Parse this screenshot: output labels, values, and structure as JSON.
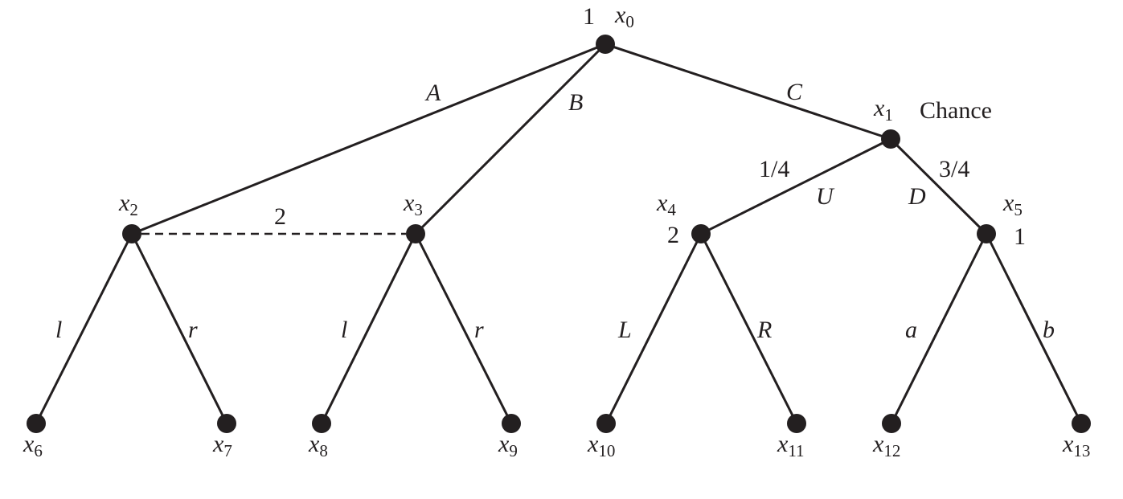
{
  "title": "Extensive-form game tree",
  "nodes": {
    "x0": {
      "var": "x",
      "sub": "0",
      "player": "1"
    },
    "x1": {
      "var": "x",
      "sub": "1",
      "player": "Chance"
    },
    "x2": {
      "var": "x",
      "sub": "2"
    },
    "x3": {
      "var": "x",
      "sub": "3"
    },
    "x4": {
      "var": "x",
      "sub": "4",
      "player": "2"
    },
    "x5": {
      "var": "x",
      "sub": "5",
      "player": "1"
    },
    "x6": {
      "var": "x",
      "sub": "6"
    },
    "x7": {
      "var": "x",
      "sub": "7"
    },
    "x8": {
      "var": "x",
      "sub": "8"
    },
    "x9": {
      "var": "x",
      "sub": "9"
    },
    "x10": {
      "var": "x",
      "sub": "10"
    },
    "x11": {
      "var": "x",
      "sub": "11"
    },
    "x12": {
      "var": "x",
      "sub": "12"
    },
    "x13": {
      "var": "x",
      "sub": "13"
    }
  },
  "information_set": {
    "player": "2",
    "nodes": [
      "x2",
      "x3"
    ]
  },
  "edges": {
    "A": "A",
    "B": "B",
    "C": "C",
    "U": "U",
    "U_prob": "1/4",
    "D": "D",
    "D_prob": "3/4",
    "x2_l": "l",
    "x2_r": "r",
    "x3_l": "l",
    "x3_r": "r",
    "L": "L",
    "R": "R",
    "a": "a",
    "b": "b"
  }
}
